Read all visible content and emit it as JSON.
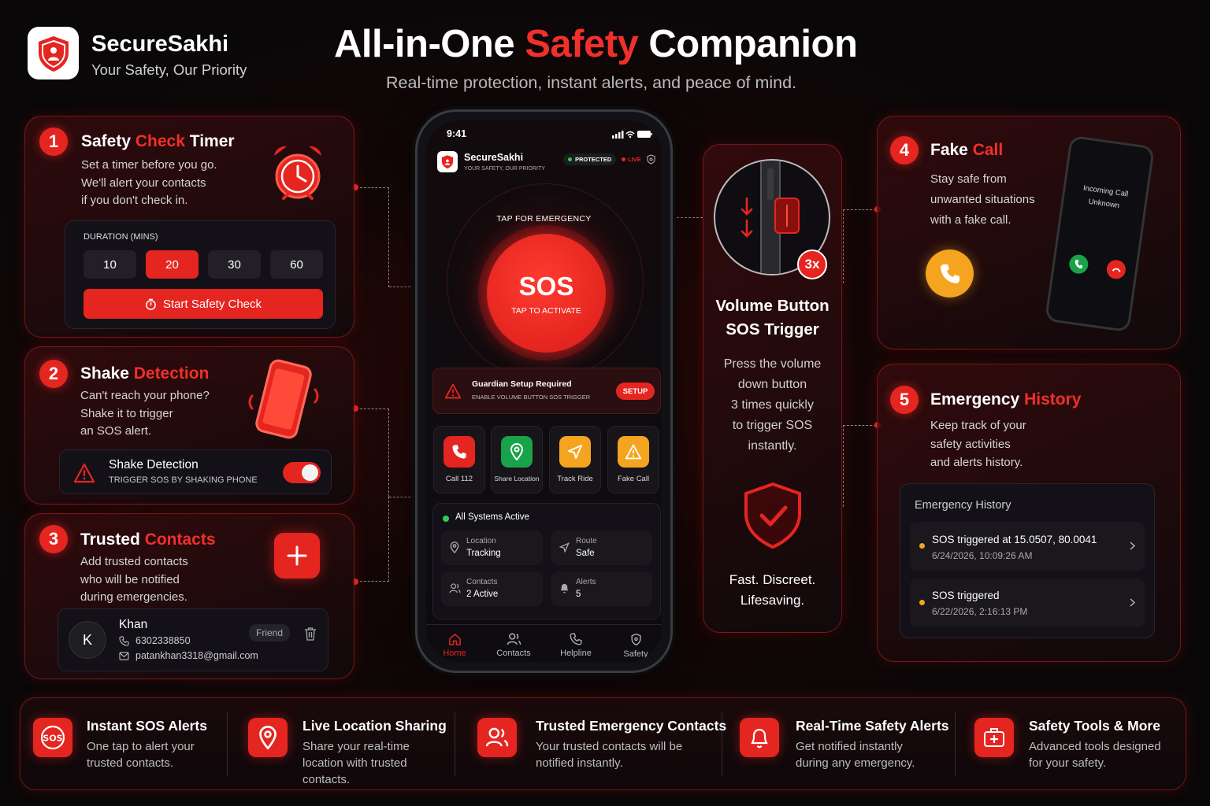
{
  "brand": {
    "name": "SecureSakhi",
    "tagline": "Your Safety, Our Priority"
  },
  "hero": {
    "title_pre": "All-in-One ",
    "title_accent": "Safety",
    "title_post": " Companion",
    "subtitle": "Real-time protection, instant alerts, and peace of mind."
  },
  "cards": {
    "timer": {
      "num": "1",
      "title_pre": "Safety ",
      "title_accent": "Check",
      "title_post": " Timer",
      "desc": [
        "Set a timer before you go.",
        "We'll alert your contacts",
        "if you don't check in."
      ],
      "duration_label": "DURATION (MINS)",
      "options": [
        "10",
        "20",
        "30",
        "60"
      ],
      "selected": "20",
      "start_label": "Start Safety Check"
    },
    "shake": {
      "num": "2",
      "title_pre": "Shake ",
      "title_accent": "Detection",
      "desc": [
        "Can't reach your phone?",
        "Shake it to trigger",
        "an SOS alert."
      ],
      "row_title": "Shake Detection",
      "row_sub": "TRIGGER SOS BY SHAKING PHONE",
      "toggle_on": true
    },
    "contacts": {
      "num": "3",
      "title_pre": "Trusted ",
      "title_accent": "Contacts",
      "desc": [
        "Add trusted contacts",
        "who will be notified",
        "during emergencies."
      ],
      "contact": {
        "initial": "K",
        "name": "Khan",
        "phone": "6302338850",
        "email": "patankhan3318@gmail.com",
        "relation": "Friend"
      }
    },
    "volume": {
      "badge": "3x",
      "title": [
        "Volume Button",
        "SOS Trigger"
      ],
      "desc": [
        "Press the volume",
        "down button",
        "3 times quickly",
        "to trigger SOS",
        "instantly."
      ],
      "footer": [
        "Fast. Discreet.",
        "Lifesaving."
      ]
    },
    "fakecall": {
      "num": "4",
      "title_pre": "Fake ",
      "title_accent": "Call",
      "desc": [
        "Stay safe from",
        "unwanted situations",
        "with a fake call."
      ],
      "incoming": "Incoming Call",
      "caller": "Unknown"
    },
    "history": {
      "num": "5",
      "title_pre": "Emergency ",
      "title_accent": "History",
      "desc": [
        "Keep track of your",
        "safety activities",
        "and alerts history."
      ],
      "panel_title": "Emergency History",
      "items": [
        {
          "title": "SOS triggered at 15.0507, 80.0041",
          "time": "6/24/2026, 10:09:26 AM"
        },
        {
          "title": "SOS triggered",
          "time": "6/22/2026, 2:16:13 PM"
        }
      ]
    }
  },
  "phone": {
    "time": "9:41",
    "app_name": "SecureSakhi",
    "app_tagline": "YOUR SAFETY, OUR PRIORITY",
    "protected": "PROTECTED",
    "live": "LIVE",
    "tap_emergency": "TAP FOR EMERGENCY",
    "sos": "SOS",
    "tap_activate": "TAP TO ACTIVATE",
    "guardian_title": "Guardian Setup Required",
    "guardian_sub": "ENABLE VOLUME BUTTON SOS TRIGGER",
    "setup": "SETUP",
    "tiles": [
      {
        "label": "Call 112",
        "color": "#e52520"
      },
      {
        "label": "Share Location",
        "color": "#18a34a"
      },
      {
        "label": "Track Ride",
        "color": "#f5a41f"
      },
      {
        "label": "Fake Call",
        "color": "#f5a41f"
      }
    ],
    "status_title": "All Systems Active",
    "stats": [
      {
        "k": "Location",
        "v": "Tracking"
      },
      {
        "k": "Route",
        "v": "Safe"
      },
      {
        "k": "Contacts",
        "v": "2 Active"
      },
      {
        "k": "Alerts",
        "v": "5"
      }
    ],
    "nav": [
      "Home",
      "Contacts",
      "Helpline",
      "Safety"
    ],
    "nav_active": "Home"
  },
  "features": [
    {
      "title": "Instant SOS Alerts",
      "desc": [
        "One tap to alert your",
        "trusted contacts."
      ],
      "icon": "sos-icon"
    },
    {
      "title": "Live Location Sharing",
      "desc": [
        "Share your real-time",
        "location with trusted",
        "contacts."
      ],
      "icon": "location-pin-icon"
    },
    {
      "title": "Trusted Emergency Contacts",
      "desc": [
        "Your trusted contacts will be",
        "notified instantly."
      ],
      "icon": "users-icon"
    },
    {
      "title": "Real-Time Safety Alerts",
      "desc": [
        "Get notified instantly",
        "during any emergency."
      ],
      "icon": "bell-icon"
    },
    {
      "title": "Safety Tools & More",
      "desc": [
        "Advanced tools designed",
        "for your safety."
      ],
      "icon": "medkit-icon"
    }
  ],
  "colors": {
    "accent": "#e52520",
    "green": "#18a34a",
    "amber": "#f5a41f",
    "bg": "#0a0708"
  }
}
